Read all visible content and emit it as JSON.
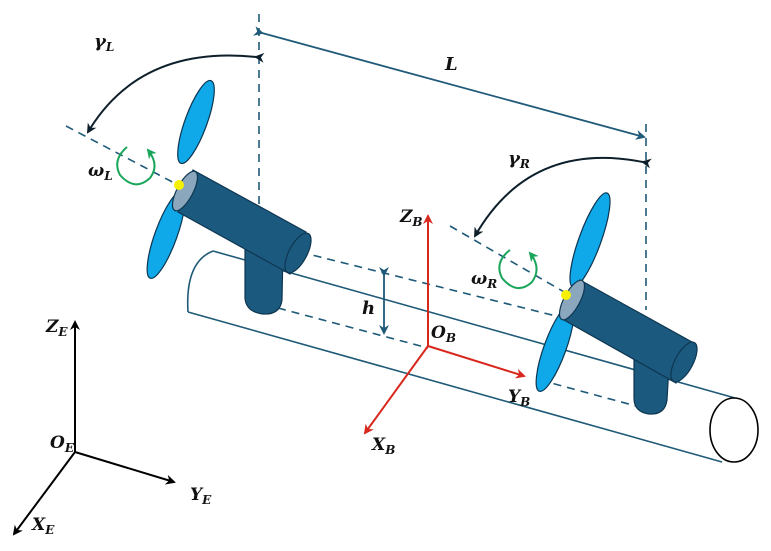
{
  "title": "Twin-thruster pipe-crawler coordinate frames",
  "colors": {
    "body": "#1b5a7e",
    "blade": "#0fa8e8",
    "hub": "#f5f000",
    "dash": "#1f5a78",
    "body_frame": "#d8281e",
    "earth_frame": "#000000",
    "rotation": "#1aa65a",
    "angle_arc": "#0d1f2b"
  },
  "labels": {
    "gamma_L": {
      "base": "γ",
      "sub": "L"
    },
    "gamma_R": {
      "base": "γ",
      "sub": "R"
    },
    "omega_L": {
      "base": "ω",
      "sub": "L"
    },
    "omega_R": {
      "base": "ω",
      "sub": "R"
    },
    "L": "L",
    "h": "h",
    "Z_B": {
      "base": "Z",
      "sub": "B"
    },
    "Y_B": {
      "base": "Y",
      "sub": "B"
    },
    "X_B": {
      "base": "X",
      "sub": "B"
    },
    "O_B": {
      "base": "O",
      "sub": "B"
    },
    "Z_E": {
      "base": "Z",
      "sub": "E"
    },
    "Y_E": {
      "base": "Y",
      "sub": "E"
    },
    "X_E": {
      "base": "X",
      "sub": "E"
    },
    "O_E": {
      "base": "O",
      "sub": "E"
    }
  }
}
